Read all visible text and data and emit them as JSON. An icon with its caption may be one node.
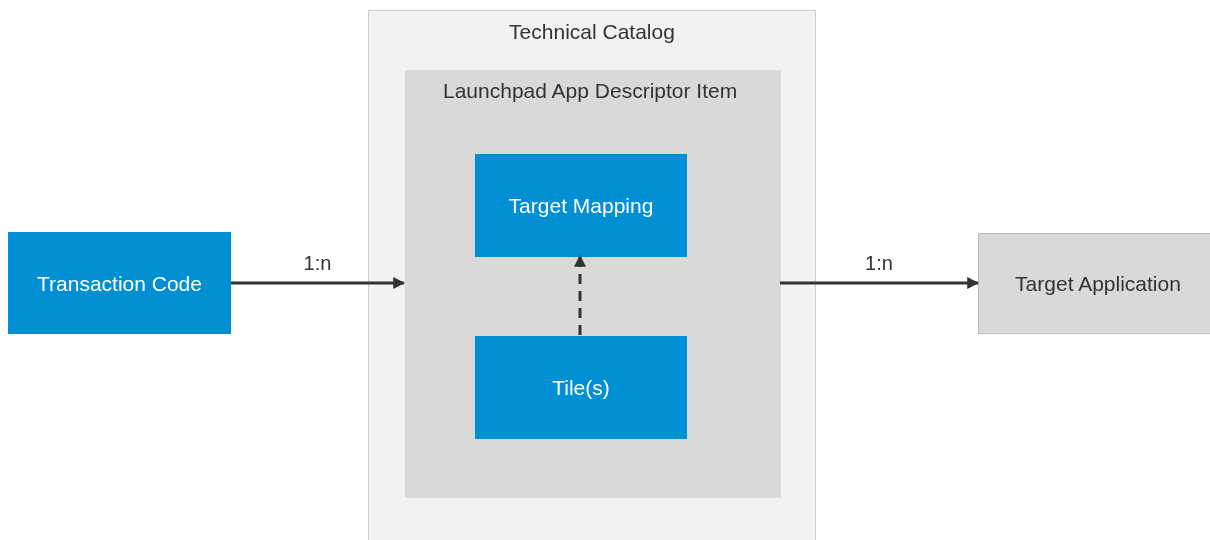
{
  "diagram": {
    "nodes": [
      {
        "text": [
          "Transaction Code"
        ]
      },
      {
        "text": [
          "Technical Catalog"
        ]
      },
      {
        "text": [
          "Launchpad App Descriptor Item"
        ],
        "in": 1
      },
      {
        "text": [
          "Target Mapping"
        ],
        "in": 2
      },
      {
        "text": [
          "Tile(s)"
        ],
        "in": 2
      },
      {
        "text": [
          "Target Application"
        ]
      }
    ],
    "edges": [
      {
        "from": 0,
        "to": 2,
        "arrow": "to",
        "label": "1:n"
      },
      {
        "from": 4,
        "to": 3,
        "arrow": "to",
        "style": "dashed"
      },
      {
        "from": 2,
        "to": 5,
        "arrow": "to",
        "label": "1:n"
      }
    ]
  }
}
